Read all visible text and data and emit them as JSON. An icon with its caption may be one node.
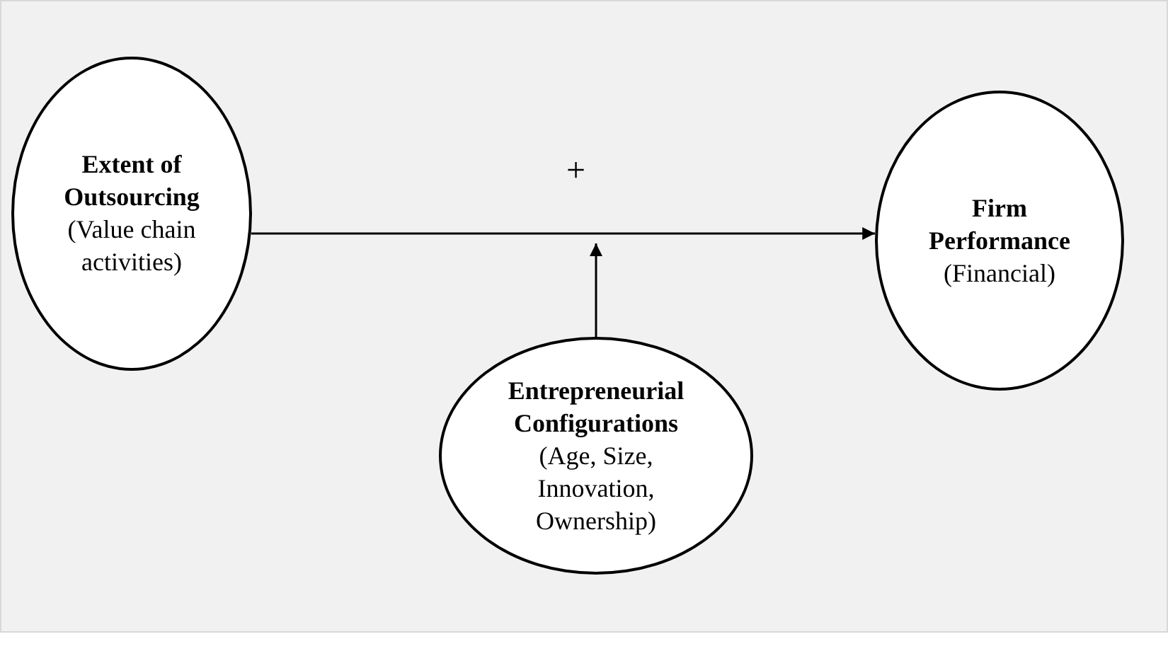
{
  "diagram": {
    "nodes": [
      {
        "text": [
          "Extent of Outsourcing",
          "(Value chain activities)"
        ]
      },
      {
        "text": [
          "Firm Performance",
          "(Financial)"
        ]
      },
      {
        "text": [
          "Entrepreneurial Configurations",
          "(Age, Size, Innovation, Ownership)"
        ]
      }
    ],
    "edges": [
      {
        "from": 0,
        "to": 1,
        "arrow": "to"
      },
      {
        "from": 2,
        "to": null,
        "arrow": "to"
      }
    ],
    "labels": [
      "+"
    ]
  }
}
